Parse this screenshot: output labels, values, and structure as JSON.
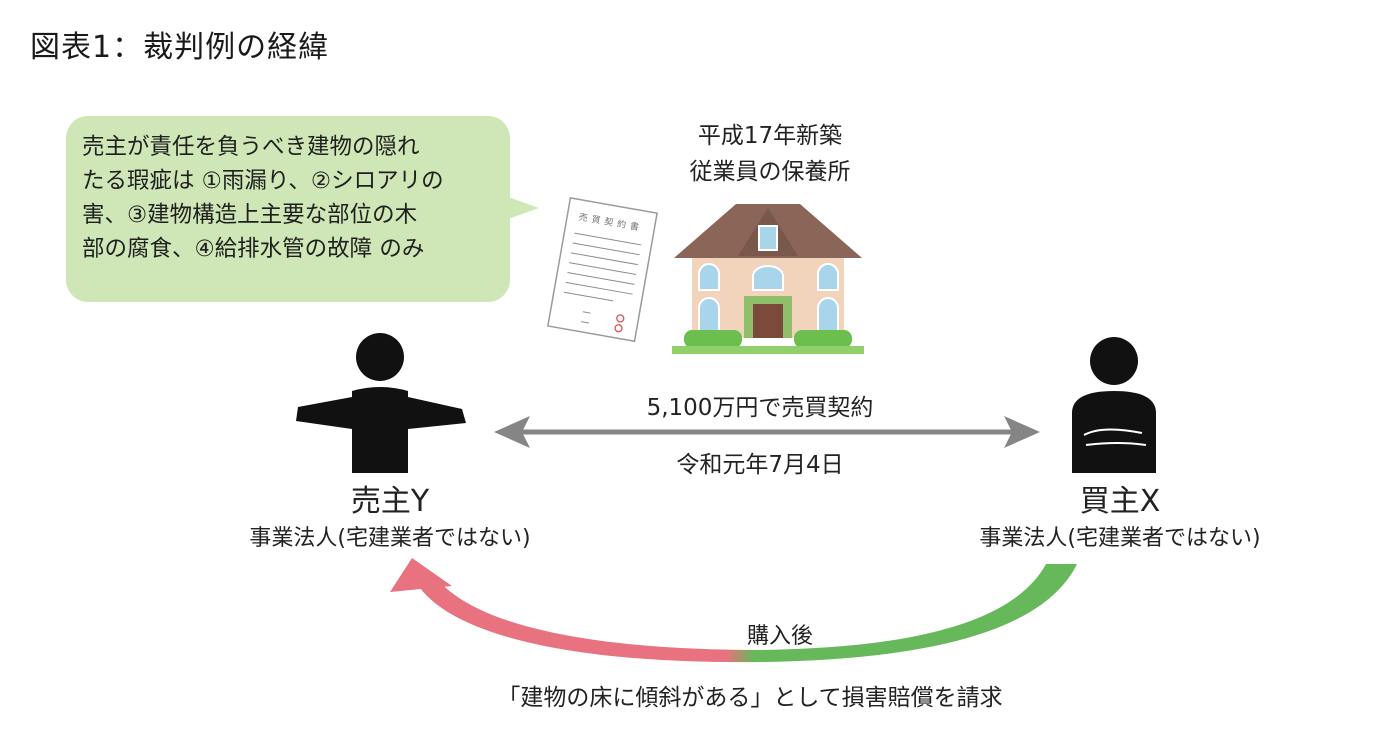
{
  "title": "図表1：裁判例の経緯",
  "bubble": {
    "text": "売主が責任を負うべき建物の隠れ\nたる瑕疵は ①雨漏り、②シロアリの\n害、③建物構造上主要な部位の木\n部の腐食、④給排水管の故障 のみ"
  },
  "contract_document": {
    "header": "売買契約書"
  },
  "house": {
    "caption": "平成17年新築\n従業員の保養所"
  },
  "contract": {
    "label": "5,100万円で売買契約",
    "date": "令和元年7月4日"
  },
  "seller": {
    "name": "売主Y",
    "description": "事業法人(宅建業者ではない)"
  },
  "buyer": {
    "name": "買主X",
    "description": "事業法人(宅建業者ではない)"
  },
  "claim": {
    "after_label": "購入後",
    "text": "「建物の床に傾斜がある」として損害賠償を請求"
  },
  "colors": {
    "bubble": "#cfe6b6",
    "arrow_gray": "#858585",
    "arrow_pink": "#e8727f",
    "arrow_green": "#66b85a",
    "house_roof": "#8a6558",
    "house_wall": "#f2d3bc",
    "hedge": "#6cbf4f"
  }
}
